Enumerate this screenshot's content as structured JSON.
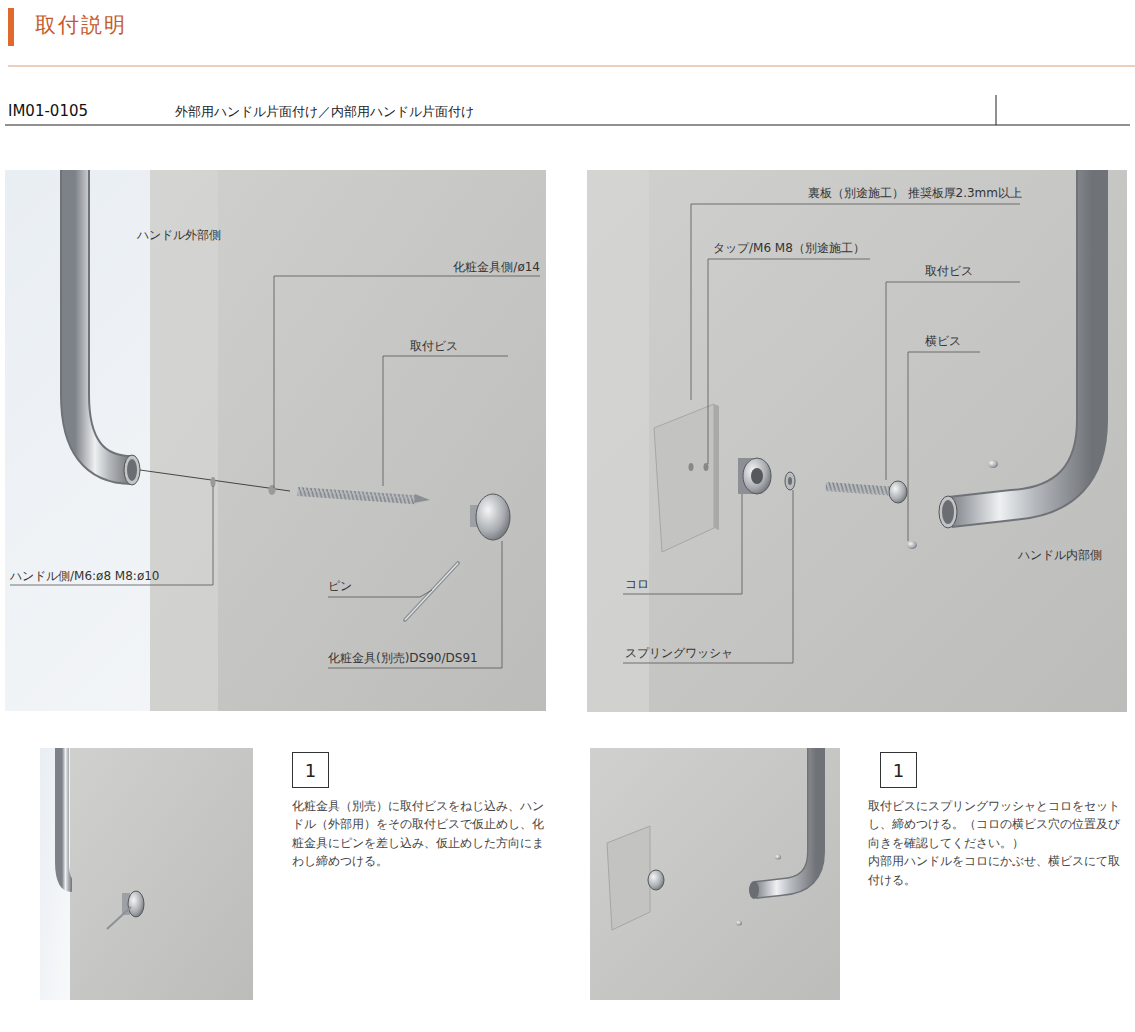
{
  "diagram": {
    "title": "取付説明",
    "nodes": [
      {
        "text": [
          "1"
        ]
      },
      {
        "text": [
          "1"
        ]
      }
    ],
    "labels": [
      "IM01-0105",
      "外部用ハンドル片面付け／内部用ハンドル片面付け",
      "ハンドル外部側",
      "化粧金具側/ø14",
      "取付ビス",
      "ハンドル側/M6:ø8 M8:ø10",
      "ピン",
      "化粧金具(別売)DS90/DS91",
      "裏板（別途施工） 推奨板厚2.3mm以上",
      "タップ/M6 M8（別途施工）",
      "取付ビス",
      "横ビス",
      "ハンドル内部側",
      "コロ",
      "スプリングワッシャ",
      "化粧金具（別売）に取付ビスをねじ込み、ハンドル（外部用）をその取付ビスで仮止めし、化粧金具にピンを差し込み、仮止めした方向にまわし締めつける。",
      "取付ビスにスプリングワッシャとコロをセットし、締めつける。（コロの横ビス穴の位置及び向きを確認してください。）",
      "内部用ハンドルをコロにかぶせ、横ビスにて取付ける。"
    ]
  }
}
